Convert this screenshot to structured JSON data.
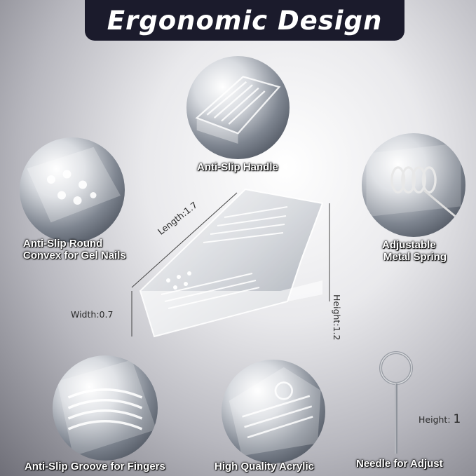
{
  "title": "Ergonomic Design",
  "features": {
    "handle": "Anti-Slip Handle",
    "convex_line1": "Anti-Slip Round",
    "convex_line2": "Convex for Gel Nails",
    "spring_line1": "Adjustable",
    "spring_line2": "Metal Spring",
    "groove": "Anti-Slip Groove for Fingers",
    "acrylic": "High Quality Acrylic",
    "needle": "Needle for Adjust"
  },
  "dimensions": {
    "length": "Length:1.7",
    "height": "Height:1.2",
    "width": "Width:0.7",
    "needle_height_label": "Height:",
    "needle_height_value": "1"
  },
  "colors": {
    "banner": "#1b1b2c",
    "label_text": "#ffffff"
  },
  "icons": [
    "clip-handle-icon",
    "clip-convex-icon",
    "metal-spring-icon",
    "clip-groove-icon",
    "clip-acrylic-icon",
    "nail-clip-icon",
    "adjust-needle-icon"
  ]
}
